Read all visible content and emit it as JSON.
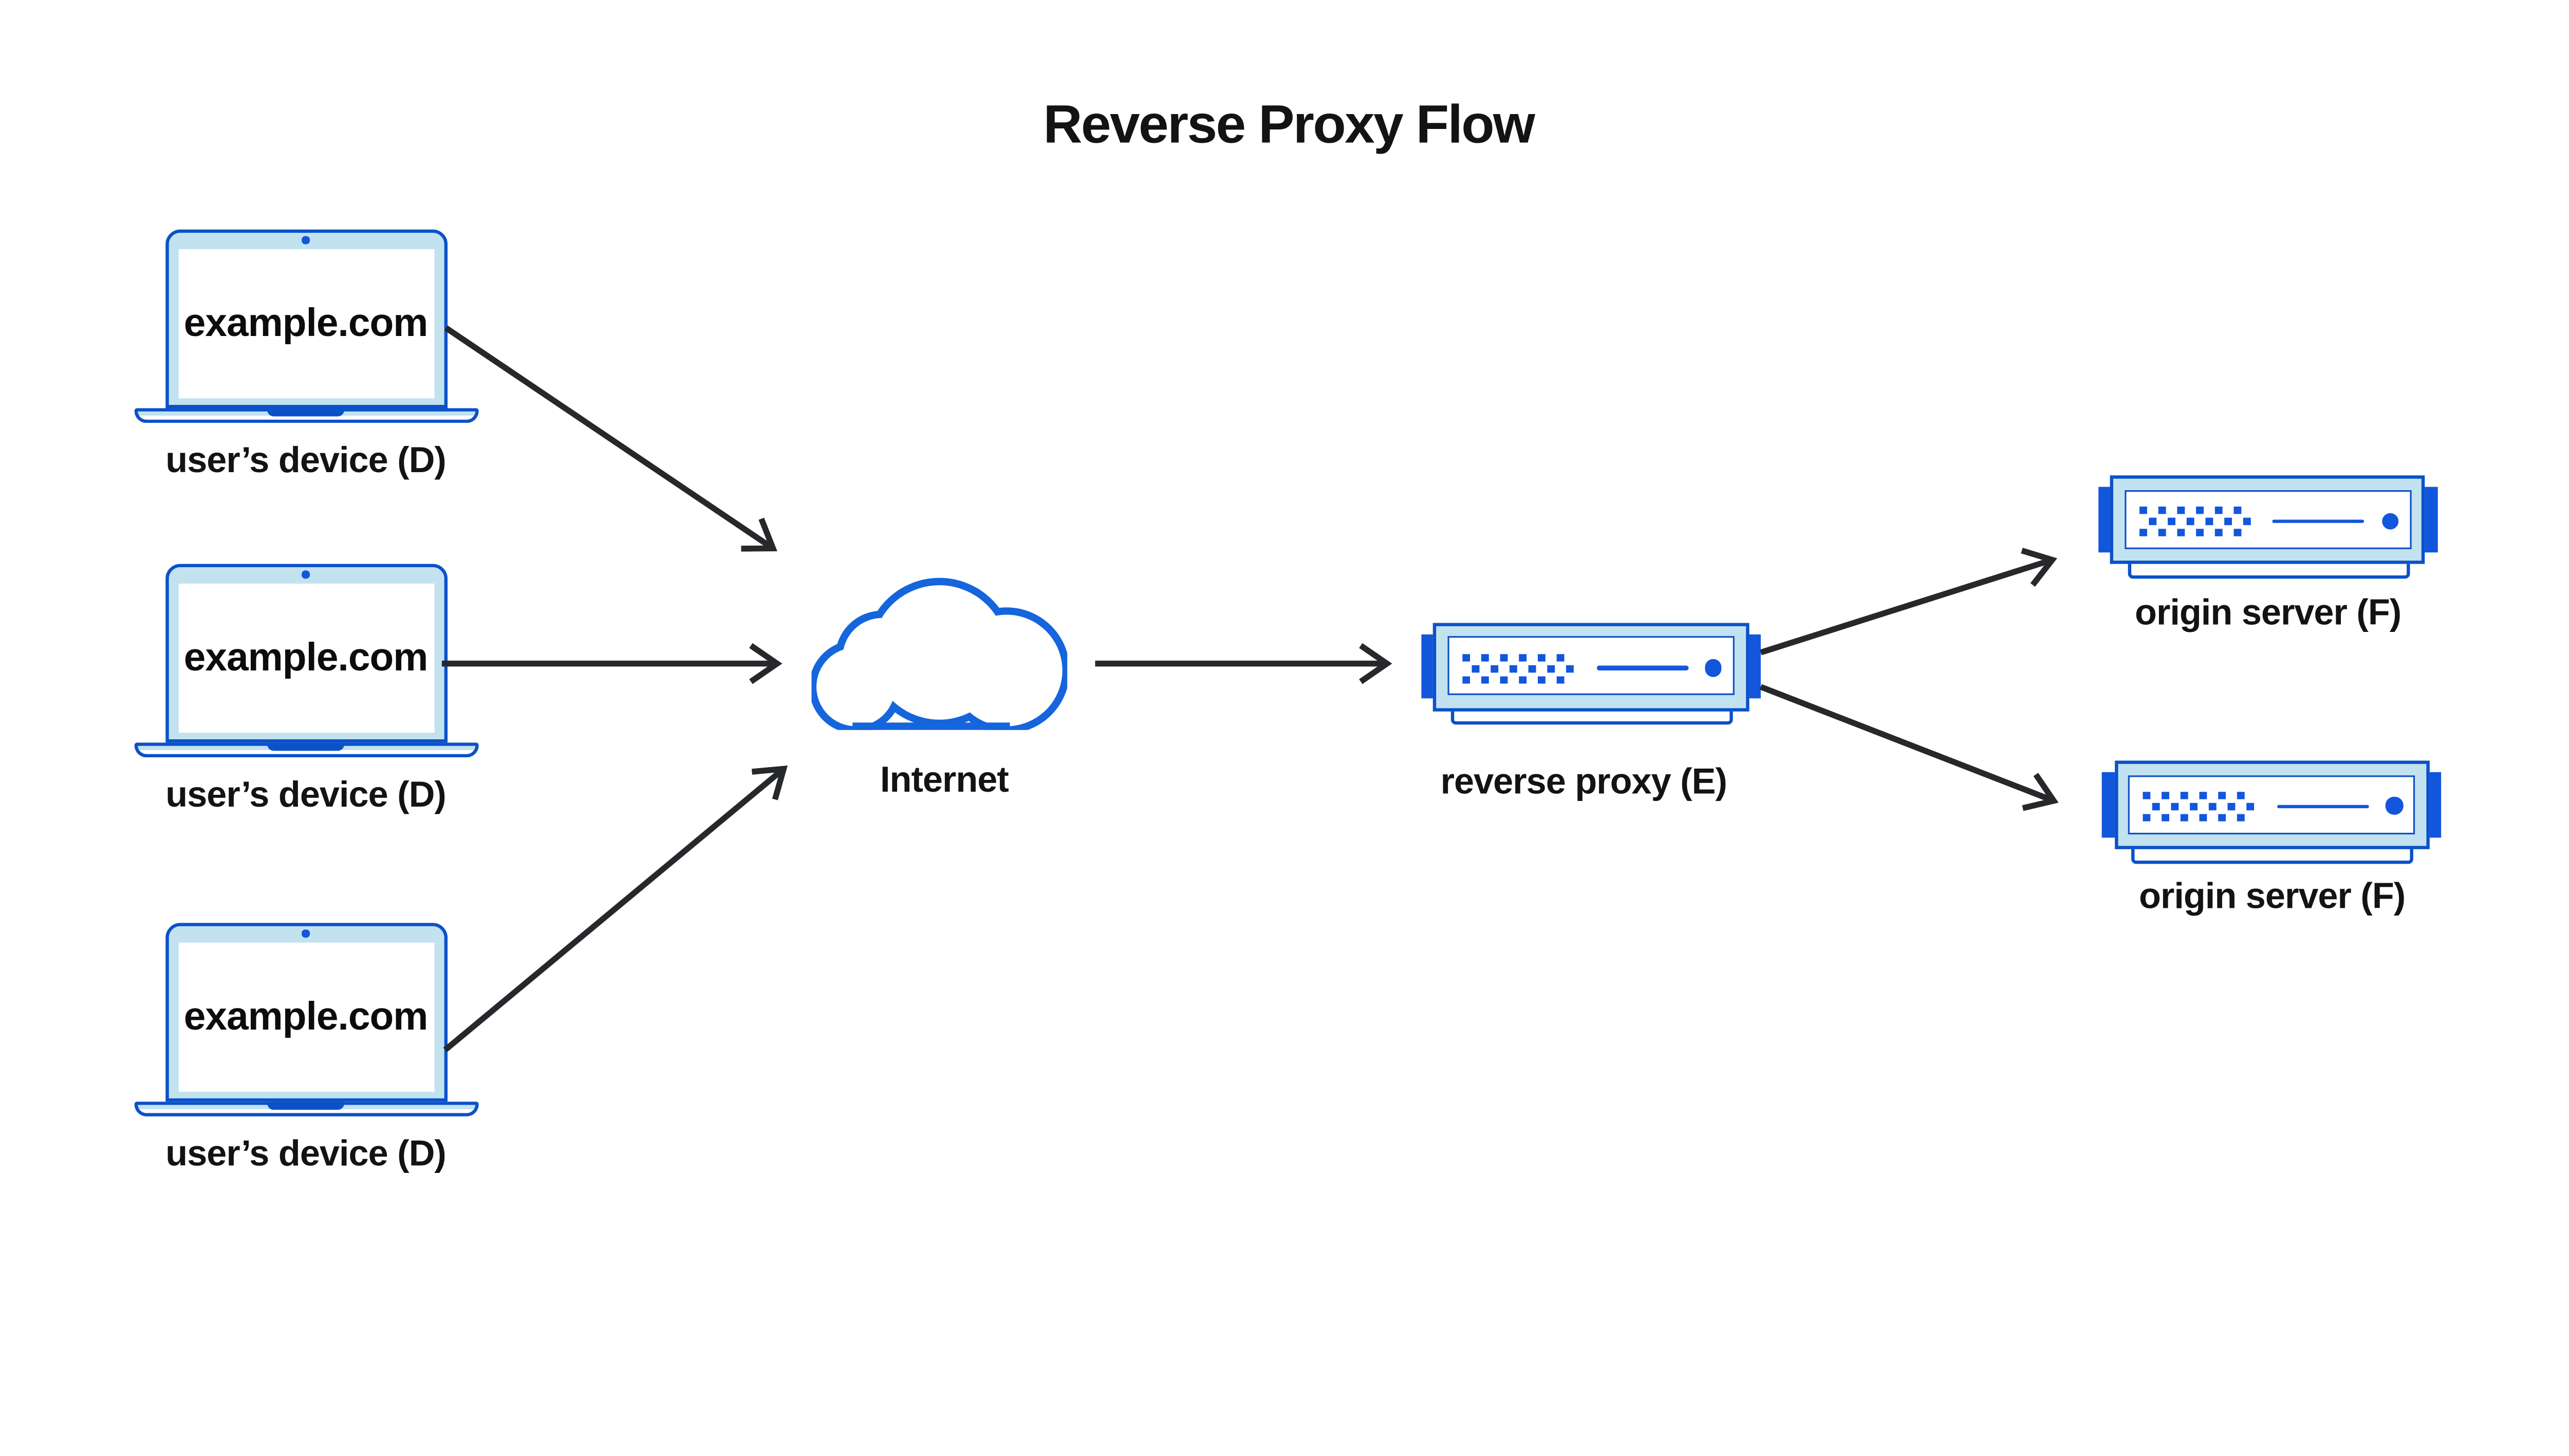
{
  "title": "Reverse Proxy Flow",
  "colors": {
    "blue_border": "#0B51C9",
    "blue_bright": "#1256DC",
    "blue_cloud": "#1565DC",
    "light_blue": "#C2E2F0",
    "text": "#131313",
    "arrow": "#26282B"
  },
  "devices": [
    {
      "id": "user-device-1",
      "label": "user’s device (D)",
      "screen_text": "example.com"
    },
    {
      "id": "user-device-2",
      "label": "user’s device (D)",
      "screen_text": "example.com"
    },
    {
      "id": "user-device-3",
      "label": "user’s device (D)",
      "screen_text": "example.com"
    }
  ],
  "internet": {
    "id": "internet",
    "label": "Internet",
    "icon": "cloud-icon"
  },
  "reverse_proxy": {
    "id": "reverse-proxy",
    "label": "reverse proxy (E)",
    "icon": "server-icon"
  },
  "origin_servers": [
    {
      "id": "origin-server-1",
      "label": "origin server (F)",
      "icon": "server-icon"
    },
    {
      "id": "origin-server-2",
      "label": "origin server (F)",
      "icon": "server-icon"
    }
  ],
  "edges": [
    {
      "from": "user-device-1",
      "to": "internet"
    },
    {
      "from": "user-device-2",
      "to": "internet"
    },
    {
      "from": "user-device-3",
      "to": "internet"
    },
    {
      "from": "internet",
      "to": "reverse-proxy"
    },
    {
      "from": "reverse-proxy",
      "to": "origin-server-1"
    },
    {
      "from": "reverse-proxy",
      "to": "origin-server-2"
    }
  ]
}
